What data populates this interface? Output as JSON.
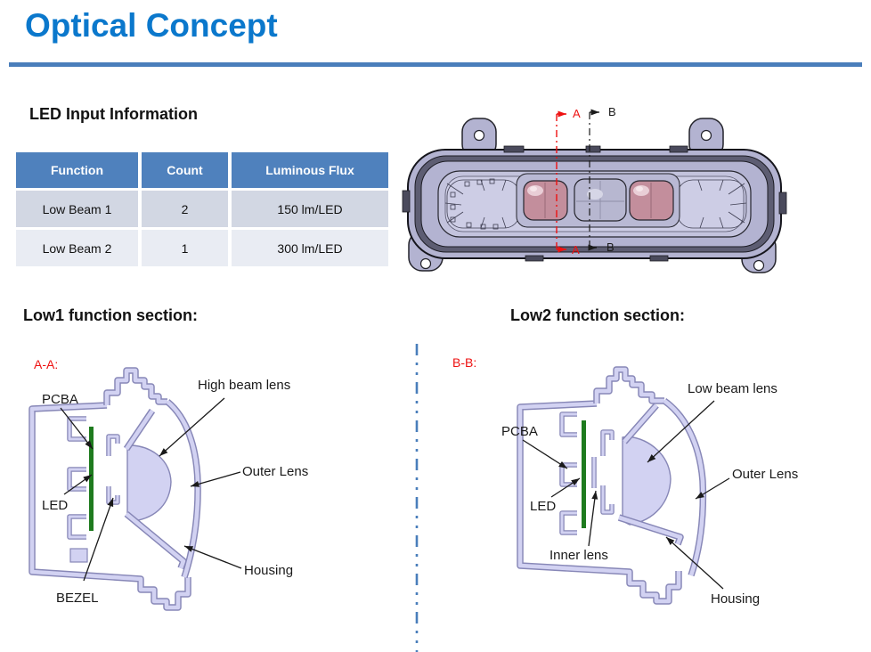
{
  "page": {
    "title": "Optical Concept"
  },
  "led_info": {
    "heading": "LED Input Information",
    "columns": [
      "Function",
      "Count",
      "Luminous Flux"
    ],
    "rows": [
      [
        "Low Beam 1",
        "2",
        "150 lm/LED"
      ],
      [
        "Low Beam 2",
        "1",
        "300 lm/LED"
      ]
    ]
  },
  "top_view": {
    "section_a_label": "A",
    "section_b_label": "B"
  },
  "low1": {
    "heading": "Low1 function section:",
    "section_label": "A-A:",
    "labels": {
      "pcba": "PCBA",
      "led": "LED",
      "bezel": "BEZEL",
      "high_beam_lens": "High beam lens",
      "outer_lens": "Outer Lens",
      "housing": "Housing"
    }
  },
  "low2": {
    "heading": "Low2 function section:",
    "section_label": "B-B:",
    "labels": {
      "pcba": "PCBA",
      "led": "LED",
      "inner_lens": "Inner lens",
      "low_beam_lens": "Low beam lens",
      "outer_lens": "Outer Lens",
      "housing": "Housing"
    }
  },
  "colors": {
    "title_blue": "#0b78cc",
    "rule_blue": "#4a7ebb",
    "table_header_bg": "#4f81bd",
    "table_header_text": "#ffffff",
    "table_row_odd": "#d2d7e3",
    "table_row_even": "#e9ecf3",
    "accent_red": "#ee1111",
    "pcb_green": "#1e7b1e",
    "cad_fill": "#d2d2f2",
    "cad_edge": "#8787b7",
    "lamp_body": "#b3b3d1",
    "lamp_dark_band": "#5d5d72",
    "lamp_inner": "#c3c3dd",
    "lens_pink": "#c38e9c",
    "ink": "#1a1a1a"
  }
}
